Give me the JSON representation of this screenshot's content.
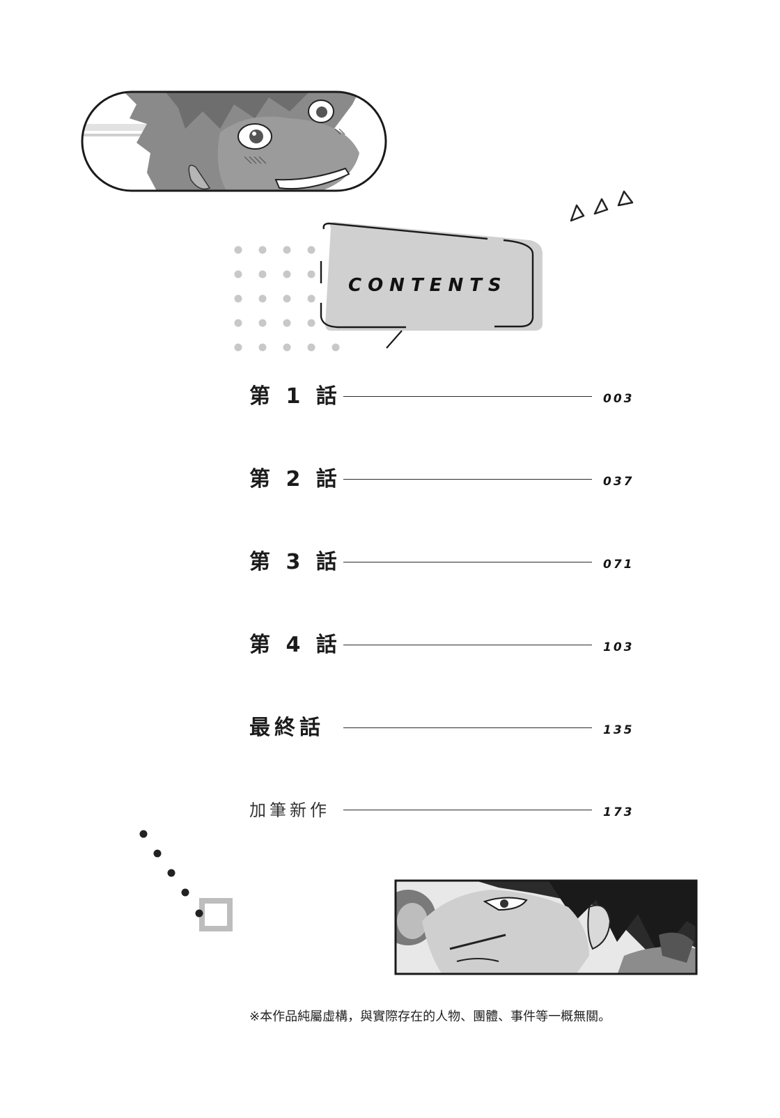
{
  "header": {
    "title": "CONTENTS"
  },
  "toc": {
    "items": [
      {
        "label": "第 1 話",
        "page": "003"
      },
      {
        "label": "第 2 話",
        "page": "037"
      },
      {
        "label": "第 3 話",
        "page": "071"
      },
      {
        "label": "第 4 話",
        "page": "103"
      },
      {
        "label": "最終話",
        "page": "135"
      },
      {
        "label": "加筆新作",
        "page": "173"
      }
    ]
  },
  "footer": {
    "disclaimer": "※本作品純屬虛構，與實際存在的人物、團體、事件等一概無關。"
  },
  "illustrations": {
    "top": "manga-panel-smiling-boy",
    "bottom": "manga-panel-dark-haired-boy"
  },
  "colors": {
    "ink": "#1e1e1e",
    "bubble_fill": "#cfcfcf",
    "dot_gray": "#c8c8c8",
    "square_gray": "#bdbdbd"
  }
}
